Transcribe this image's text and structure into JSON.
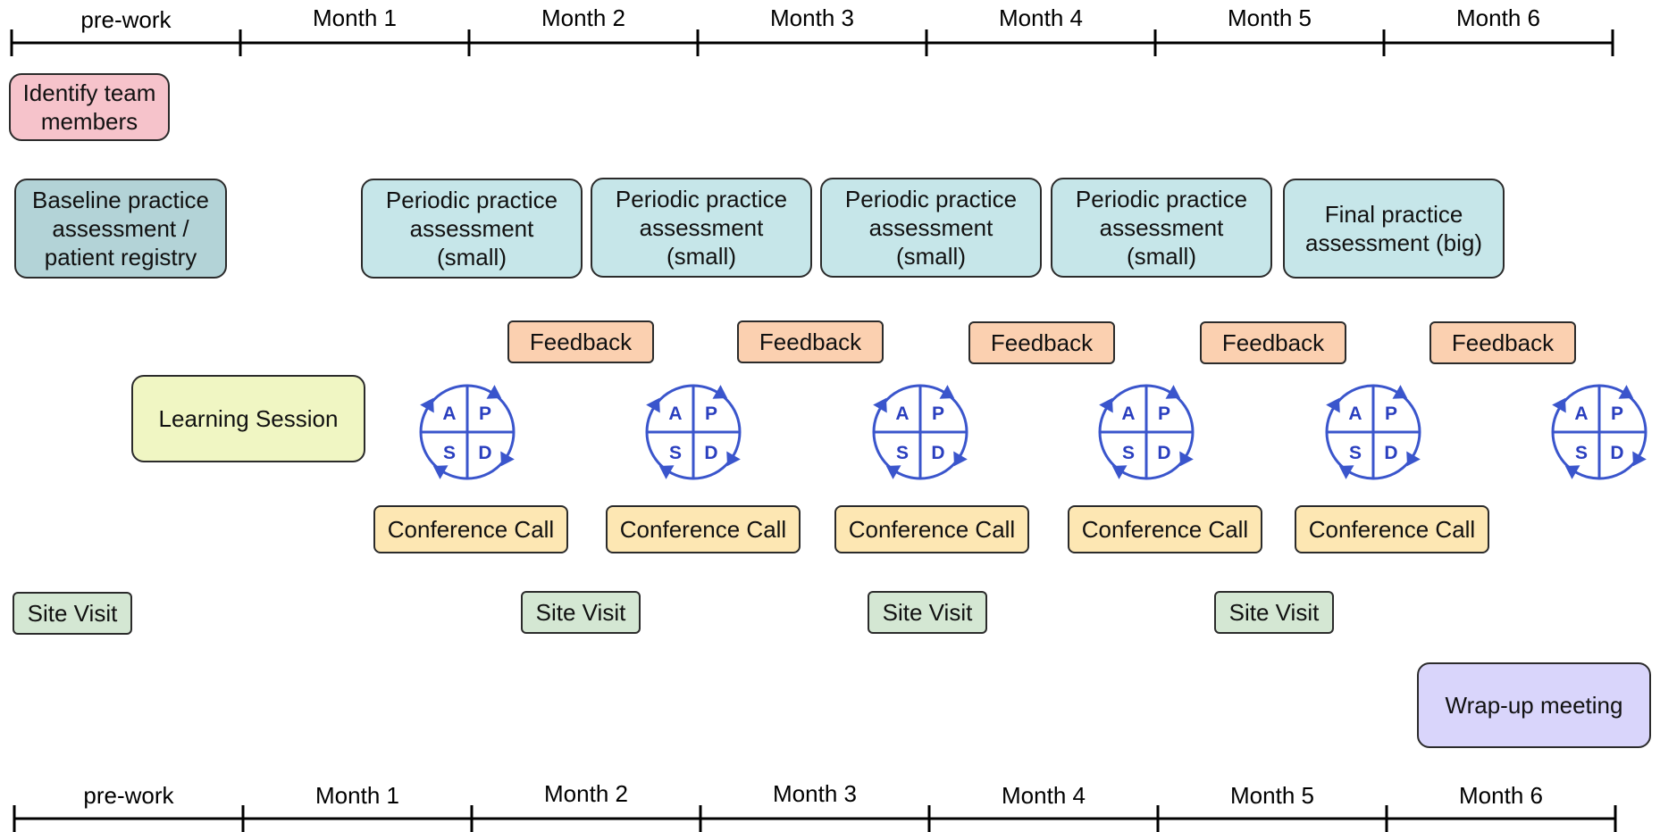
{
  "timeline_top": {
    "labels": [
      "pre-work",
      "Month 1",
      "Month 2",
      "Month 3",
      "Month 4",
      "Month 5",
      "Month 6"
    ]
  },
  "timeline_bottom": {
    "labels": [
      "pre-work",
      "Month 1",
      "Month 2",
      "Month 3",
      "Month 4",
      "Month 5",
      "Month 6"
    ]
  },
  "activities": {
    "identify_team": "Identify team\nmembers",
    "baseline_assessment": "Baseline practice\nassessment /\npatient registry",
    "periodic_assessments": [
      "Periodic practice\nassessment\n(small)",
      "Periodic practice\nassessment\n(small)",
      "Periodic practice\nassessment\n(small)",
      "Periodic practice\nassessment\n(small)"
    ],
    "final_assessment": "Final practice\nassessment (big)",
    "feedback": [
      "Feedback",
      "Feedback",
      "Feedback",
      "Feedback",
      "Feedback"
    ],
    "learning_session": "Learning Session",
    "conference_calls": [
      "Conference Call",
      "Conference Call",
      "Conference Call",
      "Conference Call",
      "Conference Call"
    ],
    "site_visits": [
      "Site Visit",
      "Site Visit",
      "Site Visit",
      "Site Visit"
    ],
    "wrap_up": "Wrap-up meeting"
  },
  "pdsa": {
    "letters": {
      "a": "A",
      "p": "P",
      "s": "S",
      "d": "D"
    },
    "count": 6,
    "color": "#3a55cc"
  },
  "colors": {
    "identify": "#f6c3cb",
    "baseline": "#b3d3d7",
    "periodic": "#c6e6e9",
    "feedback": "#fbd0b0",
    "learning": "#f0f6c3",
    "conference": "#fde7b3",
    "site_visit": "#d4e7d3",
    "wrap_up": "#d9d5fb"
  }
}
